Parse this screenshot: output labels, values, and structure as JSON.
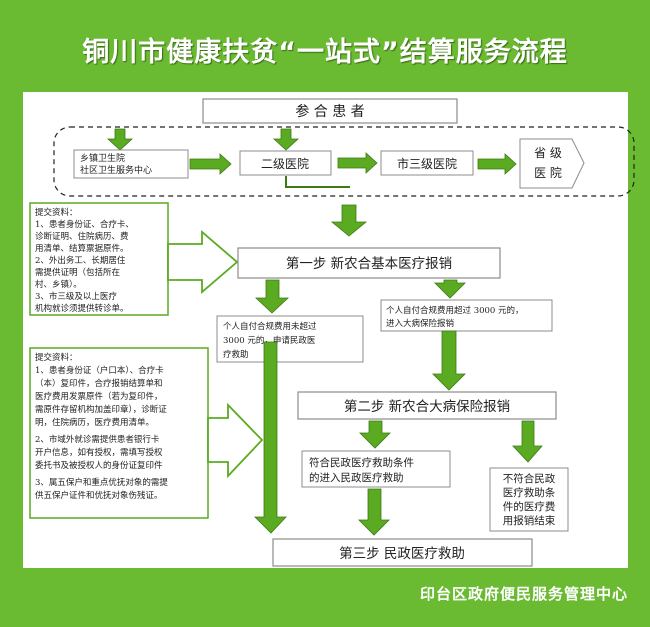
{
  "title": "铜川市健康扶贫“一站式”结算服务流程",
  "footer": "印台区政府便民服务管理中心",
  "nodes": {
    "patient": "参 合 患 者",
    "township": [
      "乡镇卫生院",
      "社区卫生服务中心"
    ],
    "county": "二级医院",
    "city": "市三级医院",
    "province": [
      "省 级",
      "医 院"
    ],
    "step1": "第一步  新农合基本医疗报销",
    "note_left": [
      "个人自付合规费用未超过",
      "3000 元的，申请民政医",
      "疗救助"
    ],
    "note_right": [
      "个人自付合规费用超过 3000 元的，",
      "进入大病保险报销"
    ],
    "step2": "第二步   新农合大病保险报销",
    "eligible": [
      "符合民政医疗救助条件",
      "的进入民政医疗救助"
    ],
    "not_eligible": [
      "不符合民政",
      "医疗救助条",
      "件的医疗费",
      "用报销结束"
    ],
    "step3": "第三步      民政医疗救助"
  },
  "materials1": {
    "heading": "提交资料：",
    "lines": [
      "1、患者身份证、合疗卡、",
      "诊断证明、住院病历、费",
      "用清单、结算票据原件。",
      "2、外出务工、长期居住",
      "需提供证明（包括所在",
      "村、乡镇）。",
      "3、市三级及以上医疗",
      "机构就诊须提供转诊单。"
    ]
  },
  "materials2": {
    "heading": "提交资料：",
    "lines": [
      "1、患者身份证（户口本）、合疗卡",
      "（本）复印件，合疗报销结算单和",
      "医疗费用发票原件（若为复印件，",
      "需原件存留机构加盖印章），诊断证",
      "明，住院病历，医疗费用清单。",
      "2、市域外就诊需提供患者银行卡",
      "开户信息，如有授权，需填写授权",
      "委托书及被授权人的身份证复印件",
      "3、属五保户和重点优抚对象的需提",
      "供五保户证件和优抚对象伤残证。"
    ]
  },
  "colors": {
    "background": "#6aba32",
    "arrow": "#5aaa22",
    "border": "#8c8c8c"
  }
}
